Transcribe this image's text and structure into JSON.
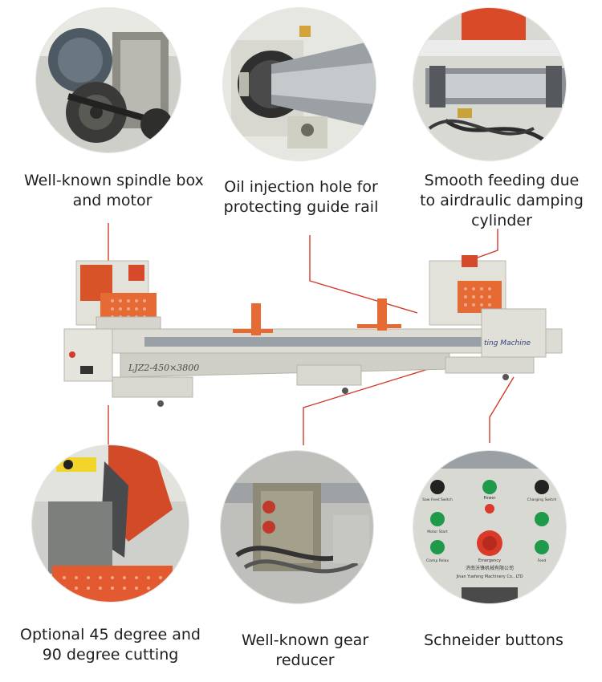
{
  "features": {
    "spindle": {
      "line1": "Well-known spindle box",
      "line2": "and motor"
    },
    "oil": {
      "line1": "Oil injection hole for",
      "line2": "protecting guide rail"
    },
    "feeding": {
      "line1": "Smooth feeding due",
      "line2": "to airdraulic damping",
      "line3": "cylinder"
    },
    "cutting": {
      "line1": "Optional 45 degree and",
      "line2": "90 degree cutting"
    },
    "gear": {
      "line1": "Well-known gear",
      "line2": "reducer"
    },
    "buttons": {
      "line1": "Schneider buttons"
    }
  },
  "machine": {
    "model_label": "LJZ2-450×3800",
    "side_text": "ting Machine"
  },
  "panel_labels": {
    "company": "济南沃锋机械有限公司",
    "company_en": "Jinan Yuefeng Machinery Co., LTD",
    "emergency": "Emergency",
    "power": "Power",
    "motor_start": "Motor Start",
    "clamp": "Clamp Relax",
    "saw_feed": "Saw Feed Switch",
    "charging": "Charging Switch",
    "feed": "Feed"
  },
  "colors": {
    "accent_orange": "#e8542a",
    "leader_red": "#d23a2a",
    "machine_body": "#dcdcd4"
  }
}
